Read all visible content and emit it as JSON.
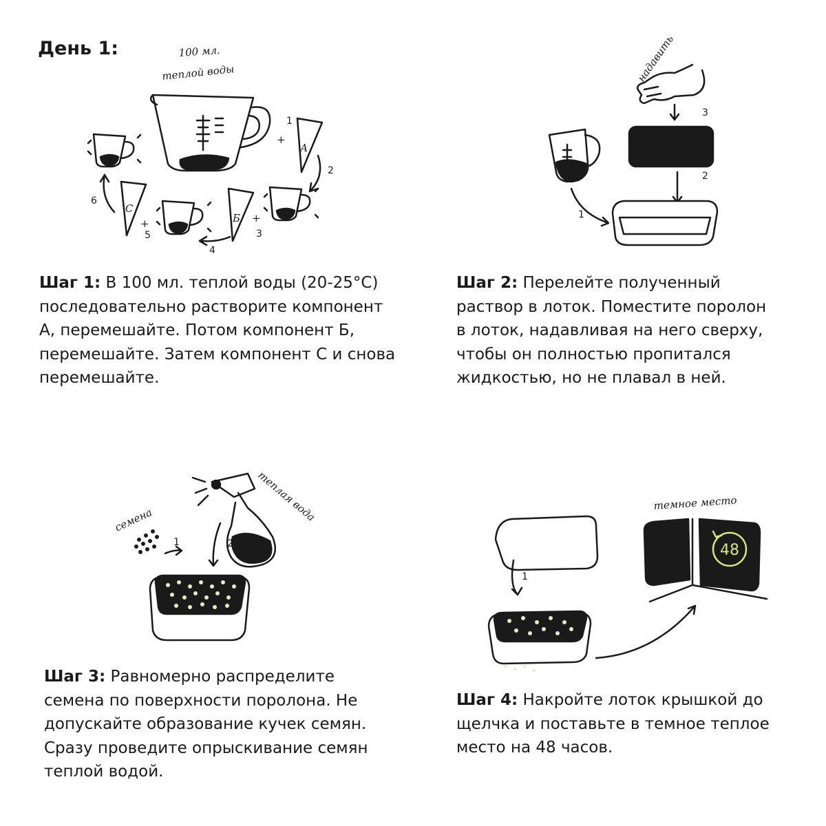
{
  "day_title": "День 1:",
  "step1": {
    "label": "Шаг 1:",
    "text": "В 100 мл. теплой воды (20-25°С) последовательно растворите компонент А, перемешайте. Потом компонент Б, перемешайте. Затем компонент С  и снова перемешайте.",
    "illustration": {
      "water_label_line1": "100 мл.",
      "water_label_line2": "теплой воды",
      "component_a": "А",
      "component_b": "Б",
      "component_c": "С",
      "plus": "+",
      "n1": "1",
      "n2": "2",
      "n3": "3",
      "n4": "4",
      "n5": "5",
      "n6": "6"
    }
  },
  "step2": {
    "label": "Шаг 2:",
    "text": "Перелейте полученный раствор в лоток. Поместите поролон в лоток, надавливая на него сверху, чтобы он полностью пропитался жидкостью, но не плавал в ней.",
    "illustration": {
      "press_label": "надавить",
      "n1": "1",
      "n2": "2",
      "n3": "3"
    }
  },
  "step3": {
    "label": "Шаг 3:",
    "text": "Равномерно распределите семена по поверхности поролона. Не допускайте образование кучек семян. Сразу проведите опрыскивание семян теплой водой.",
    "illustration": {
      "seeds_label": "семена",
      "spray_label": "теплая вода",
      "n1": "1",
      "n2": "2"
    }
  },
  "step4": {
    "label": "Шаг 4:",
    "text": "Накройте лоток крышкой до щелчка и поставьте в темное теплое место на 48 часов.",
    "illustration": {
      "dark_place_label": "темное место",
      "timer": "48",
      "n1": "1"
    }
  },
  "colors": {
    "ink": "#1a1a1a",
    "seed": "#e6ecc8",
    "timer": "#d6e87a"
  }
}
